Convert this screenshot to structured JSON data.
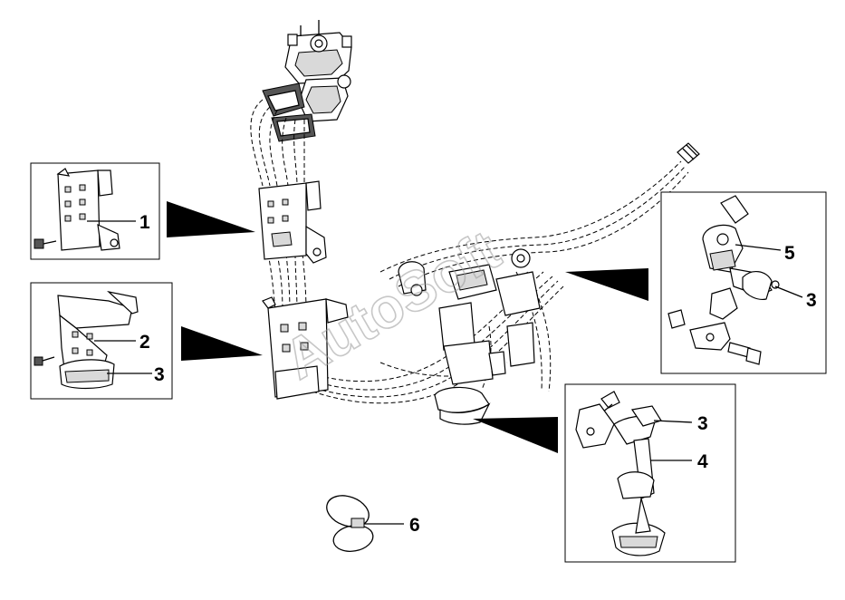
{
  "watermark": "AutoSoft",
  "callouts": [
    {
      "id": "c1",
      "number": "1"
    },
    {
      "id": "c2",
      "number": "2"
    },
    {
      "id": "c3a",
      "number": "3"
    },
    {
      "id": "c5",
      "number": "5"
    },
    {
      "id": "c3b",
      "number": "3"
    },
    {
      "id": "c3c",
      "number": "3"
    },
    {
      "id": "c4",
      "number": "4"
    },
    {
      "id": "c6",
      "number": "6"
    }
  ]
}
